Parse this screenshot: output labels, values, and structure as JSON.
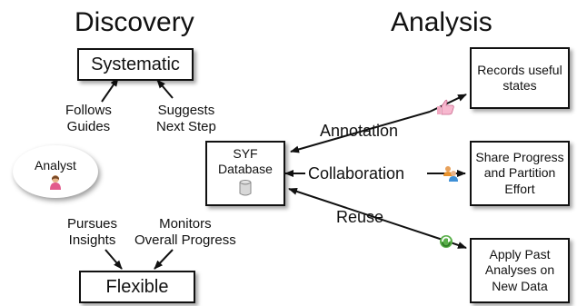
{
  "headings": {
    "discovery": "Discovery",
    "analysis": "Analysis"
  },
  "nodes": {
    "systematic": "Systematic",
    "flexible": "Flexible",
    "analyst": "Analyst",
    "database": "SYF\nDatabase",
    "records": "Records useful\nstates",
    "share": "Share Progress\nand Partition\nEffort",
    "apply": "Apply Past\nAnalyses on\nNew Data"
  },
  "edges": {
    "follows": "Follows\nGuides",
    "suggests": "Suggests\nNext Step",
    "pursues": "Pursues\nInsights",
    "monitors": "Monitors\nOverall Progress",
    "annotation": "Annotation",
    "collaboration": "Collaboration",
    "reuse": "Reuse"
  },
  "icons": {
    "analyst": "person-icon",
    "database": "database-icon",
    "annotation": "thumbs-up-icon",
    "collaboration": "people-icon",
    "reuse": "recycle-icon"
  }
}
